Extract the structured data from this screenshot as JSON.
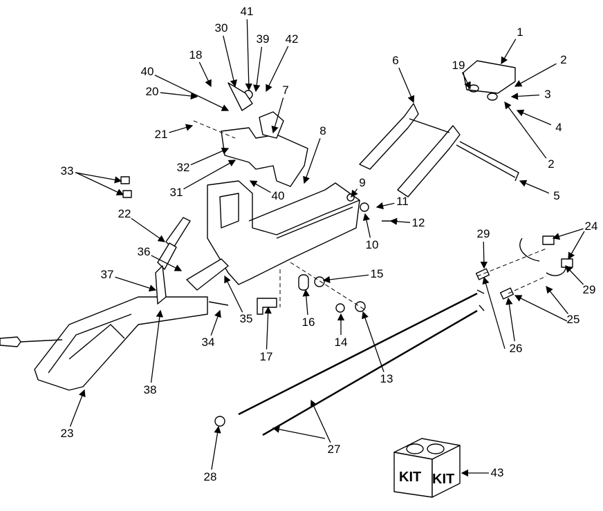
{
  "diagram": {
    "type": "exploded-parts-diagram",
    "kit_label": "KIT",
    "callouts": [
      "1",
      "2",
      "3",
      "4",
      "2",
      "5",
      "19",
      "6",
      "7",
      "8",
      "9",
      "11",
      "10",
      "12",
      "41",
      "39",
      "42",
      "30",
      "18",
      "40",
      "20",
      "21",
      "32",
      "31",
      "40",
      "33",
      "22",
      "36",
      "37",
      "38",
      "23",
      "34",
      "35",
      "17",
      "16",
      "14",
      "15",
      "13",
      "29",
      "24",
      "29",
      "25",
      "26",
      "27",
      "28",
      "43"
    ]
  }
}
